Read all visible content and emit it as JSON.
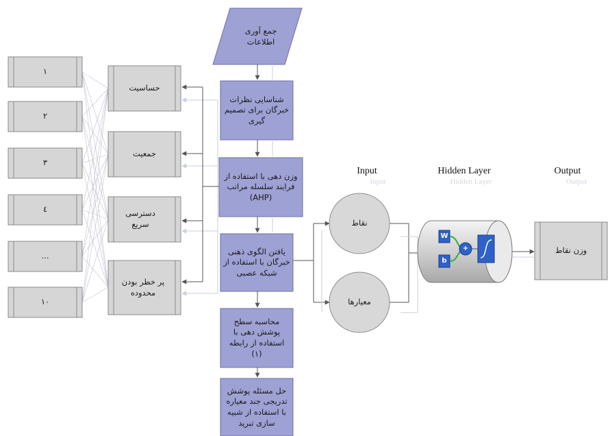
{
  "colors": {
    "process_fill": "#9ea1d4",
    "process_stroke": "#6e6fa8",
    "input_box_fill": "#d6d6d6",
    "input_box_stroke": "#8a8a8a",
    "neuron_fill": "#d8d8d8",
    "network_box_fill": "#2f62c8",
    "arrow": "#555555"
  },
  "inputs": [
    "١",
    "٢",
    "٣",
    "٤",
    "...",
    "١٠"
  ],
  "criteria": [
    "حساسیت",
    "جمعیت",
    "دسترسی سریع",
    "پر خطر بودن محدوده"
  ],
  "flow": {
    "collect": "جمع آوری اطلاعات",
    "steps": [
      "شناسایی نظرات خبرگان برای تصمیم گیری",
      "وزن دهی با استفاده از فرایند سلسله مراتب (AHP)",
      "یافتن الگوی ذهنی خبرگان با استفاده از شبکه عصبی",
      "محاسبه سطح پوشش دهی با استفاده از رابطه (١)",
      "حل مسئله پوشش تدریجی جند معیاره با استفاده از شبیه سازی تبرید"
    ]
  },
  "network": {
    "input_header": "Input",
    "input_header_ghost": "Input",
    "hidden_header": "Hidden Layer",
    "hidden_header_ghost": "Hidden Layer",
    "output_header": "Output",
    "output_header_ghost": "Output",
    "input_nodes": [
      "نقاط",
      "معیارها"
    ],
    "hidden_symbols": {
      "weight": "W",
      "bias": "b",
      "sum": "+"
    },
    "output_box": "وزن نقاط"
  }
}
